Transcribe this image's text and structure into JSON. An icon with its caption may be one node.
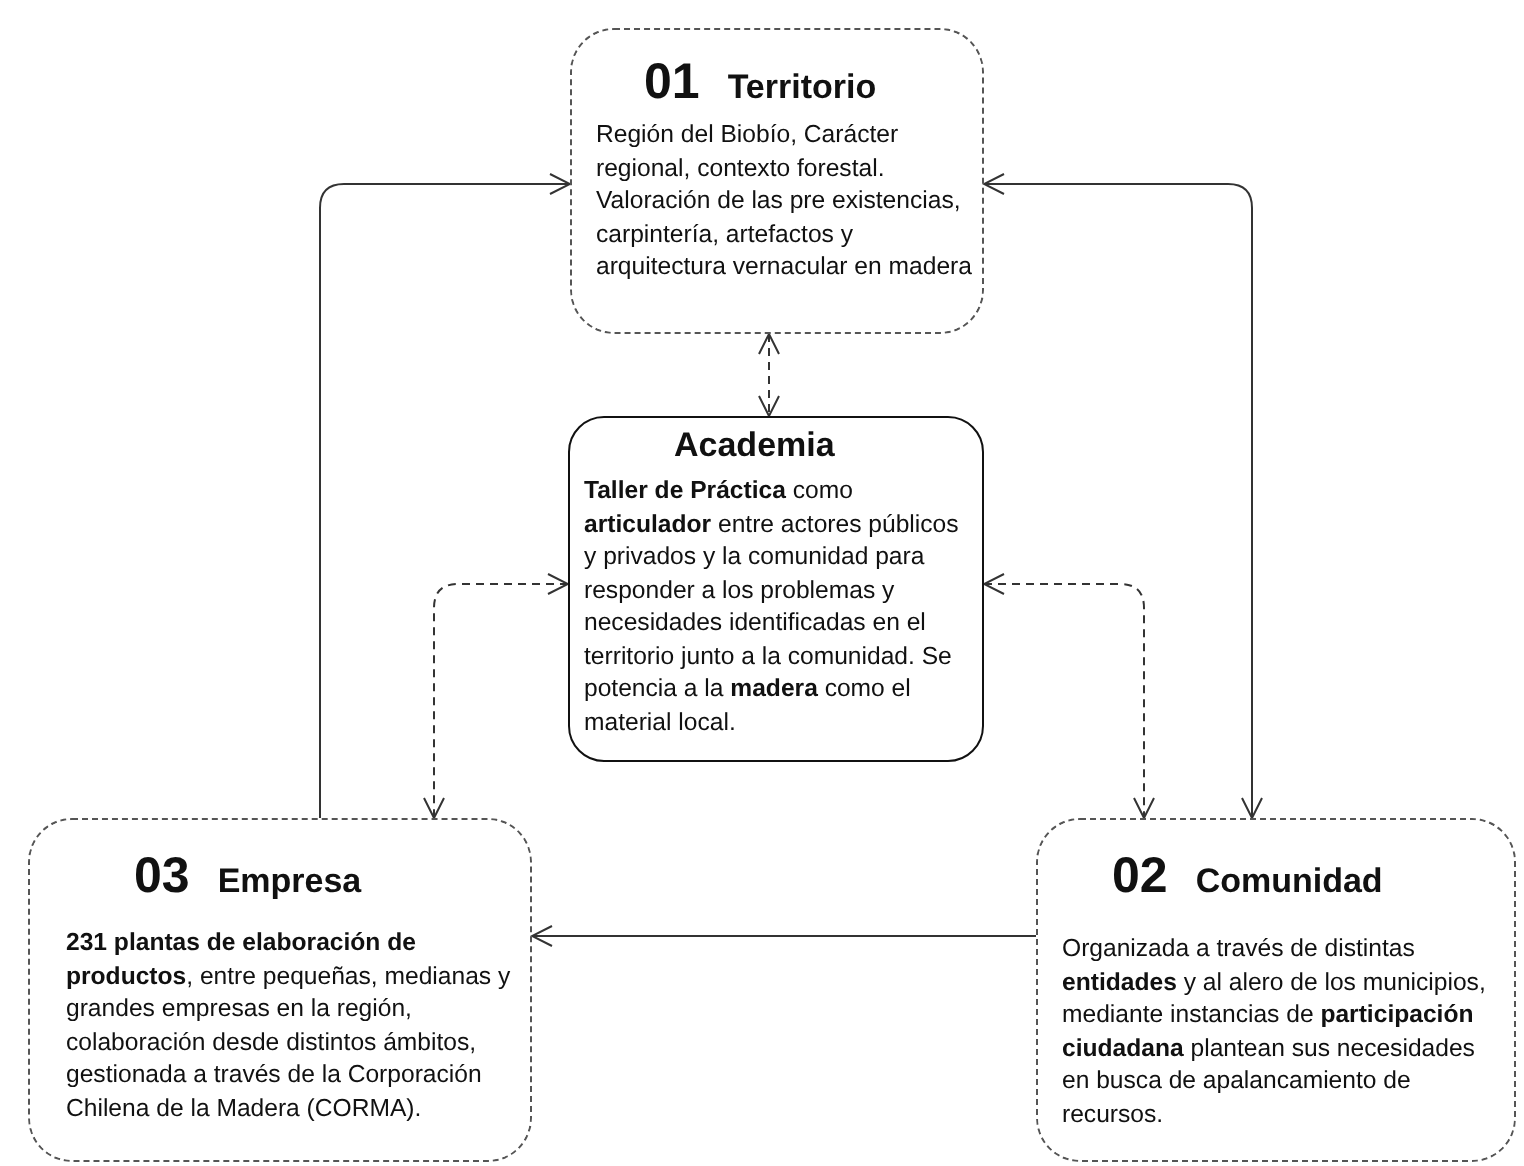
{
  "diagram": {
    "nodes": [
      {
        "text": [
          "01",
          "Territorio",
          "Región del Biobío, Carácter regional, contexto forestal. Valoración de las pre existencias, carpintería, artefactos y arquitectura vernacular en madera"
        ]
      },
      {
        "text": [
          "Academia",
          "**Taller de Práctica** como **articulador** entre actores públicos y privados y la comunidad para responder a los problemas y necesidades identificadas en el territorio junto a la comunidad. Se potencia a la **madera** como el material local."
        ]
      },
      {
        "text": [
          "03",
          "Empresa",
          "**231 plantas de elaboración de productos**, entre pequeñas, medianas y grandes empresas en la región, colaboración desde distintos ámbitos, gestionada a través de la Corporación Chilena de la Madera (CORMA)."
        ]
      },
      {
        "text": [
          "02",
          "Comunidad",
          "Organizada a través de distintas **entidades** y al alero de los municipios, mediante instancias de **participación ciudadana** plantean sus necesidades en busca de apalancamiento de recursos."
        ]
      }
    ],
    "edges": [
      {
        "from": 0,
        "to": 1,
        "arrow": "both",
        "style": "dashed"
      },
      {
        "from": 2,
        "to": 0,
        "arrow": "to"
      },
      {
        "from": 3,
        "to": 0,
        "arrow": "both"
      },
      {
        "from": 1,
        "to": 2,
        "arrow": "both",
        "style": "dashed"
      },
      {
        "from": 1,
        "to": 3,
        "arrow": "both",
        "style": "dashed"
      },
      {
        "from": 3,
        "to": 2,
        "arrow": "to"
      }
    ]
  }
}
